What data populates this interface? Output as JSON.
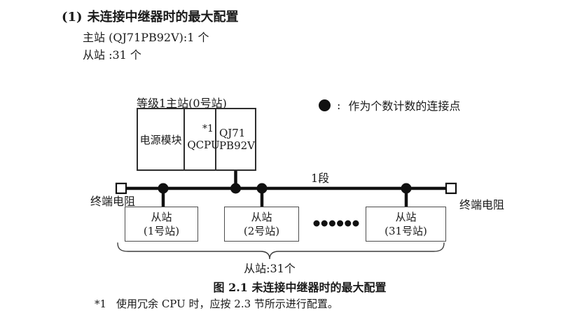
{
  "heading": {
    "number": "(1)",
    "title": "未连接中继器时的最大配置",
    "master_line": "主站 (QJ71PB92V):1 个",
    "slave_line": "从站 :31 个"
  },
  "diagram": {
    "master_label": "等级1主站(0号站)",
    "modules": {
      "power": "电源模块",
      "cpu": "QCPU",
      "cpu_note": "*1",
      "net_line1": "QJ71",
      "net_line2": "PB92V"
    },
    "legend": {
      "colon": ":",
      "text": "作为个数计数的连接点"
    },
    "segment_label": "1段",
    "terminator_left": "终端电阻",
    "terminator_right": "终端电阻",
    "slaves": [
      {
        "line1": "从站",
        "line2": "(1号站)"
      },
      {
        "line1": "从站",
        "line2": "(2号站)"
      },
      {
        "line1": "从站",
        "line2": "(31号站)"
      }
    ],
    "brace_label": "从站:31个",
    "colors": {
      "line": "#111111",
      "border": "#2e2e2e",
      "text": "#1a1a1a"
    }
  },
  "caption": "图 2.1 未连接中继器时的最大配置",
  "footnote": {
    "marker": "*1",
    "text": "使用冗余 CPU 时，应按 2.3 节所示进行配置。"
  }
}
